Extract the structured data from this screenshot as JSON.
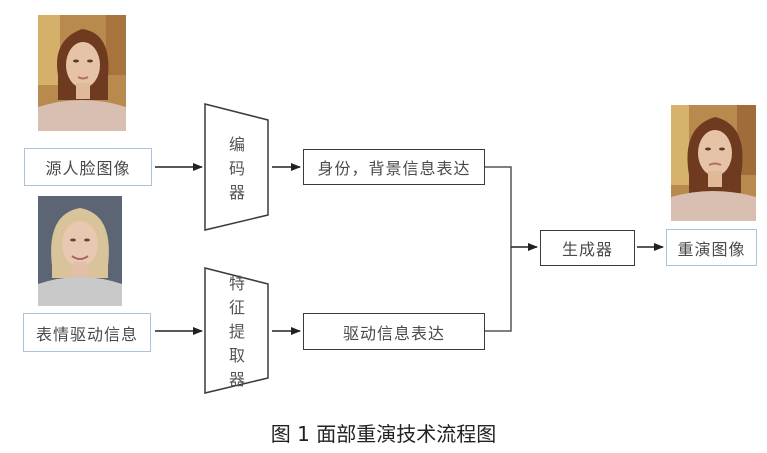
{
  "figure": {
    "caption": "图 1  面部重演技术流程图"
  },
  "nodes": {
    "source_face_label": "源人脸图像",
    "driving_info_label": "表情驱动信息",
    "encoder_label": [
      "编",
      "码",
      "器"
    ],
    "feature_extractor_label": [
      "特",
      "征",
      "提",
      "取",
      "器"
    ],
    "identity_background_label": "身份，背景信息表达",
    "driving_representation_label": "驱动信息表达",
    "generator_label": "生成器",
    "reenacted_image_label": "重演图像"
  },
  "images": {
    "source_face": "source-face-photo",
    "driving_face": "driving-face-photo",
    "reenacted_face": "reenacted-face-photo"
  },
  "colors": {
    "line": "#3a3a3a",
    "input_border": "#a9c4dc",
    "text": "#4a4a4a"
  }
}
